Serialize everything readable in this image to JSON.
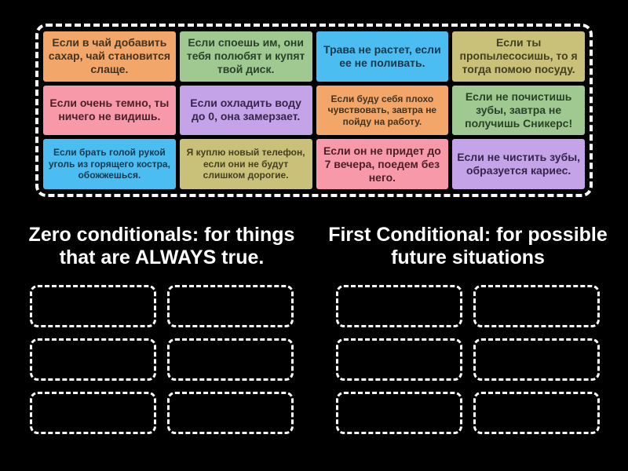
{
  "activity": {
    "type_label": "group-sort",
    "background_color": "#000000"
  },
  "pool": {
    "cards": [
      {
        "text": "Если в чай добавить сахар, чай становится слаще.",
        "color": "orange"
      },
      {
        "text": "Если споешь им, они тебя полюбят и купят твой диск.",
        "color": "green"
      },
      {
        "text": "Трава не растет, если ее не поливать.",
        "color": "blue"
      },
      {
        "text": "Если ты пропылесосишь, то я тогда помою посуду.",
        "color": "olive"
      },
      {
        "text": "Если очень темно, ты ничего не видишь.",
        "color": "pink"
      },
      {
        "text": "Если охладить воду до 0, она замерзает.",
        "color": "purple"
      },
      {
        "text": "Если буду себя плохо чувствовать, завтра не пойду на работу.",
        "color": "orange"
      },
      {
        "text": "Если не почистишь зубы, завтра не получишь Сникерс!",
        "color": "green"
      },
      {
        "text": "Если брать голой рукой уголь из горящего костра, обожжешься.",
        "color": "blue"
      },
      {
        "text": "Я куплю новый телефон, если они не будут слишком дорогие.",
        "color": "olive"
      },
      {
        "text": "Если он не придет до 7 вечера, поедем без него.",
        "color": "pink"
      },
      {
        "text": "Если не чистить зубы, образуется кариес.",
        "color": "purple"
      }
    ]
  },
  "categories": [
    {
      "title": "Zero conditionals: for things that are ALWAYS true.",
      "slots": 6
    },
    {
      "title": "First Conditional: for possible future situations",
      "slots": 6
    }
  ],
  "palette": {
    "orange": {
      "bg": "#f2a669",
      "text": "#43331f"
    },
    "green": {
      "bg": "#9fc990",
      "text": "#2b422a"
    },
    "blue": {
      "bg": "#4cbdf0",
      "text": "#16384e"
    },
    "olive": {
      "bg": "#c9c07a",
      "text": "#45401f"
    },
    "pink": {
      "bg": "#f899aa",
      "text": "#4c2029"
    },
    "purple": {
      "bg": "#c5a3e9",
      "text": "#35254d"
    }
  },
  "ui_colors": {
    "pool_border": "#ffffff",
    "slot_border": "#ffffff",
    "header_text": "#ffffff"
  }
}
